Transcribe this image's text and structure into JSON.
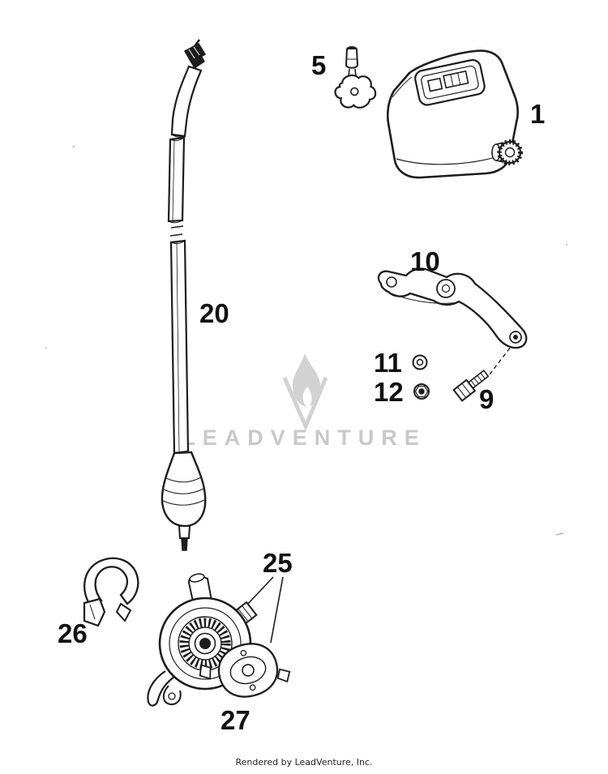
{
  "callouts": {
    "c1": "1",
    "c5": "5",
    "c9": "9",
    "c10": "10",
    "c11": "11",
    "c12": "12",
    "c20": "20",
    "c25": "25",
    "c26": "26",
    "c27": "27"
  },
  "watermark": "LEADVENTURE",
  "footer": "Rendered by LeadVenture, Inc.",
  "colors": {
    "line": "#1d1d1d",
    "watermark_gray": "#cccccc",
    "background": "#ffffff"
  }
}
